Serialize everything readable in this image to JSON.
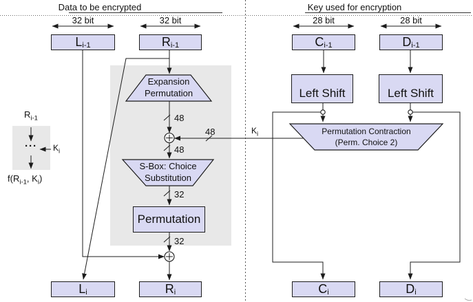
{
  "headers": {
    "left": "Data to be encrypted",
    "right": "Key used for encryption"
  },
  "bit_labels": {
    "l": "32 bit",
    "r": "32 bit",
    "c": "28 bit",
    "d": "28 bit"
  },
  "registers": {
    "l_prev": {
      "main": "L",
      "sub": "i-1"
    },
    "r_prev": {
      "main": "R",
      "sub": "i-1"
    },
    "c_prev": {
      "main": "C",
      "sub": "i-1"
    },
    "d_prev": {
      "main": "D",
      "sub": "i-1"
    },
    "l_next": {
      "main": "L",
      "sub": "i"
    },
    "r_next": {
      "main": "R",
      "sub": "i"
    },
    "c_next": {
      "main": "C",
      "sub": "i"
    },
    "d_next": {
      "main": "D",
      "sub": "i"
    }
  },
  "blocks": {
    "expansion": {
      "l1": "Expansion",
      "l2": "Permutation"
    },
    "sbox": {
      "l1": "S-Box: Choice",
      "l2": "Substitution"
    },
    "permutation": "Permutation",
    "left_shift_1": "Left Shift",
    "left_shift_2": "Left Shift",
    "perm_contraction": {
      "l1": "Permutation Contraction",
      "l2": "(Perm. Choice 2)"
    }
  },
  "wire_labels": {
    "w48_a": "48",
    "w48_k": "48",
    "w48_b": "48",
    "w32_a": "32",
    "w32_b": "32",
    "k": {
      "main": "K",
      "sub": "i"
    }
  },
  "legend": {
    "input": {
      "main": "R",
      "sub": "i-1"
    },
    "dots": "···",
    "key": {
      "main": "K",
      "sub": "i"
    },
    "output": {
      "p1": "f(R",
      "s1": "i-1",
      "p2": ", K",
      "s2": "i",
      "p3": ")"
    }
  },
  "colors": {
    "box_fill": "#d9d9f3",
    "box_border": "#1c1c1c",
    "panel_fill": "#e8e8e8",
    "line": "#1c1c1c",
    "text": "#111111",
    "bg": "#ffffff"
  }
}
